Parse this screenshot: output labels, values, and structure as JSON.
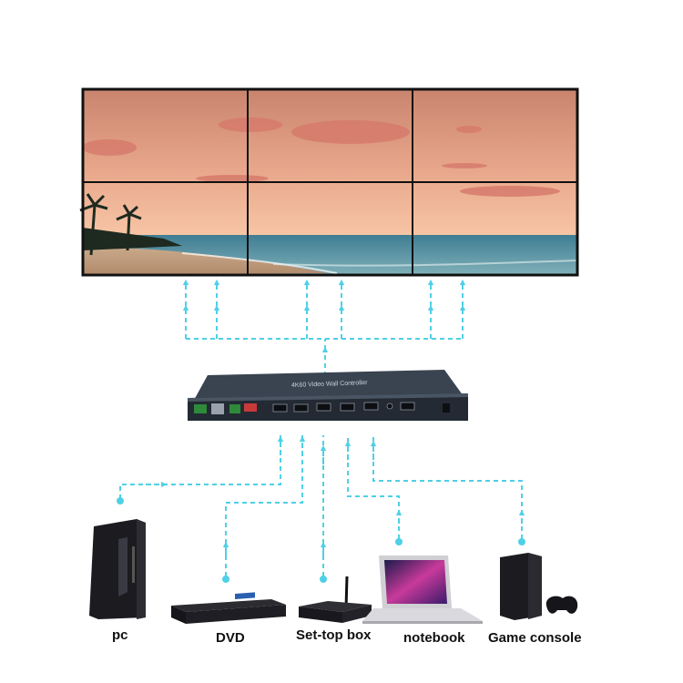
{
  "video_wall": {
    "rows": 2,
    "cols": 3,
    "content": "beach sunset"
  },
  "controller": {
    "model_text": "4K60 Video Wall Controller",
    "output_ports": 6,
    "input_ports": 5
  },
  "devices": [
    {
      "id": "pc",
      "label": "pc"
    },
    {
      "id": "dvd",
      "label": "DVD"
    },
    {
      "id": "set-top-box",
      "label": "Set-top box"
    },
    {
      "id": "notebook",
      "label": "notebook"
    },
    {
      "id": "game-console",
      "label": "Game console"
    }
  ],
  "colors": {
    "connector": "#4fd0e6",
    "device_body": "#1e1e22",
    "controller_body": "#2a3038",
    "sky_top": "#d98a6a",
    "sky_bottom": "#f4b99a",
    "sea": "#3e7f96"
  }
}
